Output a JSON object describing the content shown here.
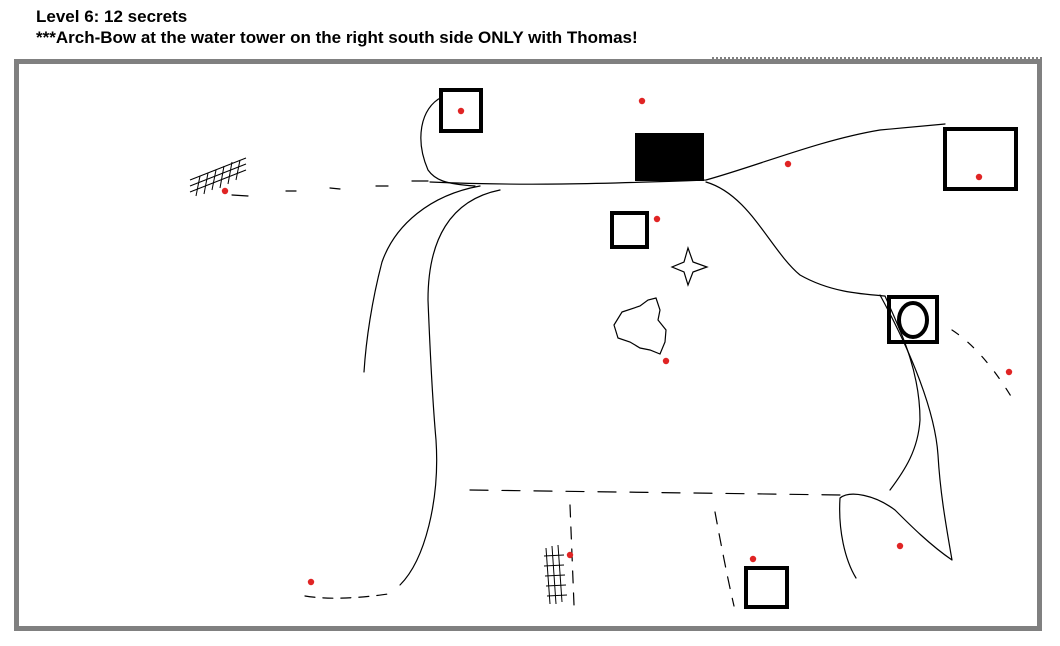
{
  "header": {
    "level_title": "Level 6: 12 secrets",
    "note": "***Arch-Bow at the water tower on the right south side ONLY with Thomas!"
  },
  "map": {
    "secret_count": 12,
    "colors": {
      "secret_marker": "#e02424",
      "frame": "#808080",
      "ink": "#000000"
    },
    "icons": [
      "secret-marker-icon",
      "open-square-marker-icon",
      "filled-square-marker-icon",
      "circle-in-square-marker-icon",
      "four-point-star-icon",
      "crosshatch-icon"
    ]
  }
}
